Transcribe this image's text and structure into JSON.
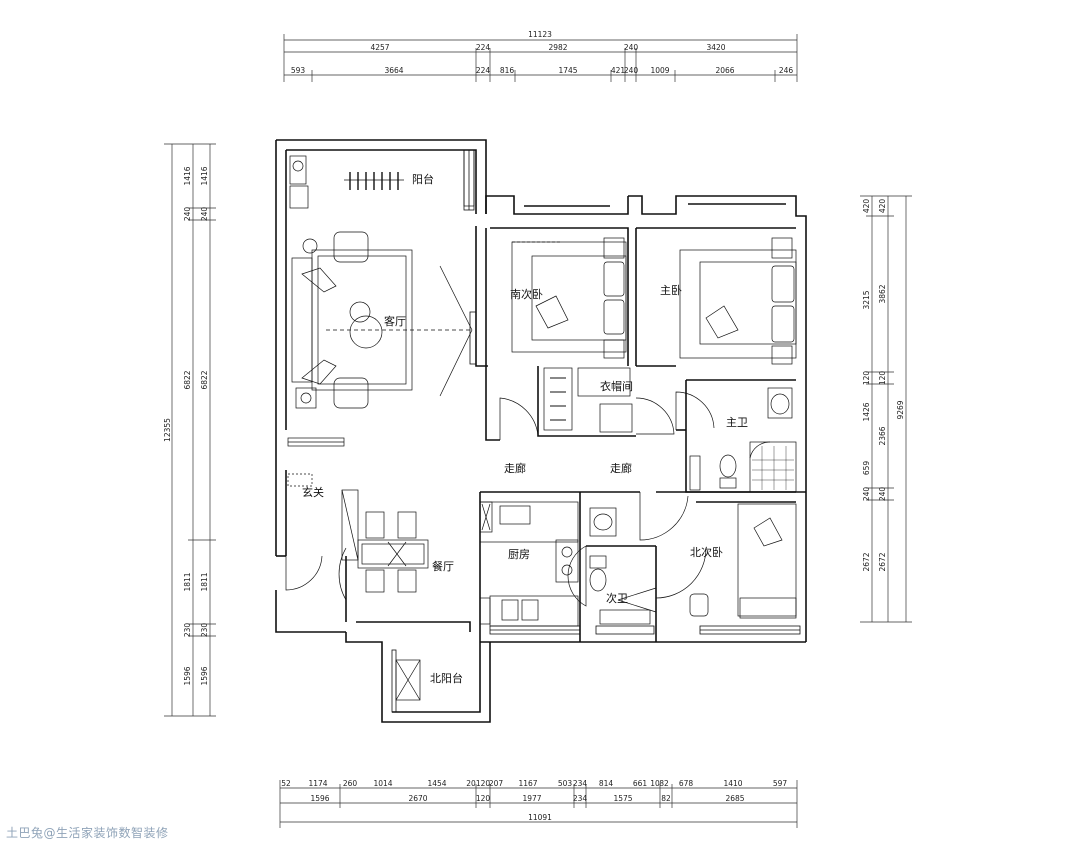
{
  "dimensions": {
    "top_total": "11123",
    "top_row1": [
      "4257",
      "224",
      "2982",
      "240",
      "3420"
    ],
    "top_row2": [
      "593",
      "3664",
      "224",
      "816",
      "1745",
      "421",
      "240",
      "1009",
      "2066",
      "246"
    ],
    "bottom_row1": [
      "52",
      "1174",
      "260",
      "1014",
      "1454",
      "20",
      "120",
      "207",
      "1167",
      "503",
      "234",
      "814",
      "661",
      "10",
      "82",
      "678",
      "1410",
      "597"
    ],
    "bottom_row2": [
      "1596",
      "2670",
      "120",
      "1977",
      "234",
      "1575",
      "82",
      "2685"
    ],
    "bottom_total": "11091",
    "left_total": "12355",
    "left_inner": [
      "1416",
      "240",
      "6822",
      "1811",
      "230",
      "1596"
    ],
    "left_outer": [
      "1416",
      "240",
      "6822",
      "1811",
      "230",
      "1596"
    ],
    "right_total": "9269",
    "right_outer": [
      "420",
      "3862",
      "120",
      "2366",
      "240",
      "2672"
    ],
    "right_inner": [
      "420",
      "3215",
      "120",
      "1426",
      "659",
      "240",
      "2672"
    ]
  },
  "rooms": {
    "balcony": "阳台",
    "living": "客厅",
    "south_bedroom": "南次卧",
    "cloakroom": "衣帽间",
    "master_bedroom": "主卧",
    "master_bath": "主卫",
    "corridor_left": "走廊",
    "corridor_right": "走廊",
    "entrance": "玄关",
    "dining": "餐厅",
    "kitchen": "厨房",
    "second_bath": "次卫",
    "north_bedroom": "北次卧",
    "north_balcony": "北阳台"
  },
  "watermark": "土巴兔@生活家装饰数智装修"
}
